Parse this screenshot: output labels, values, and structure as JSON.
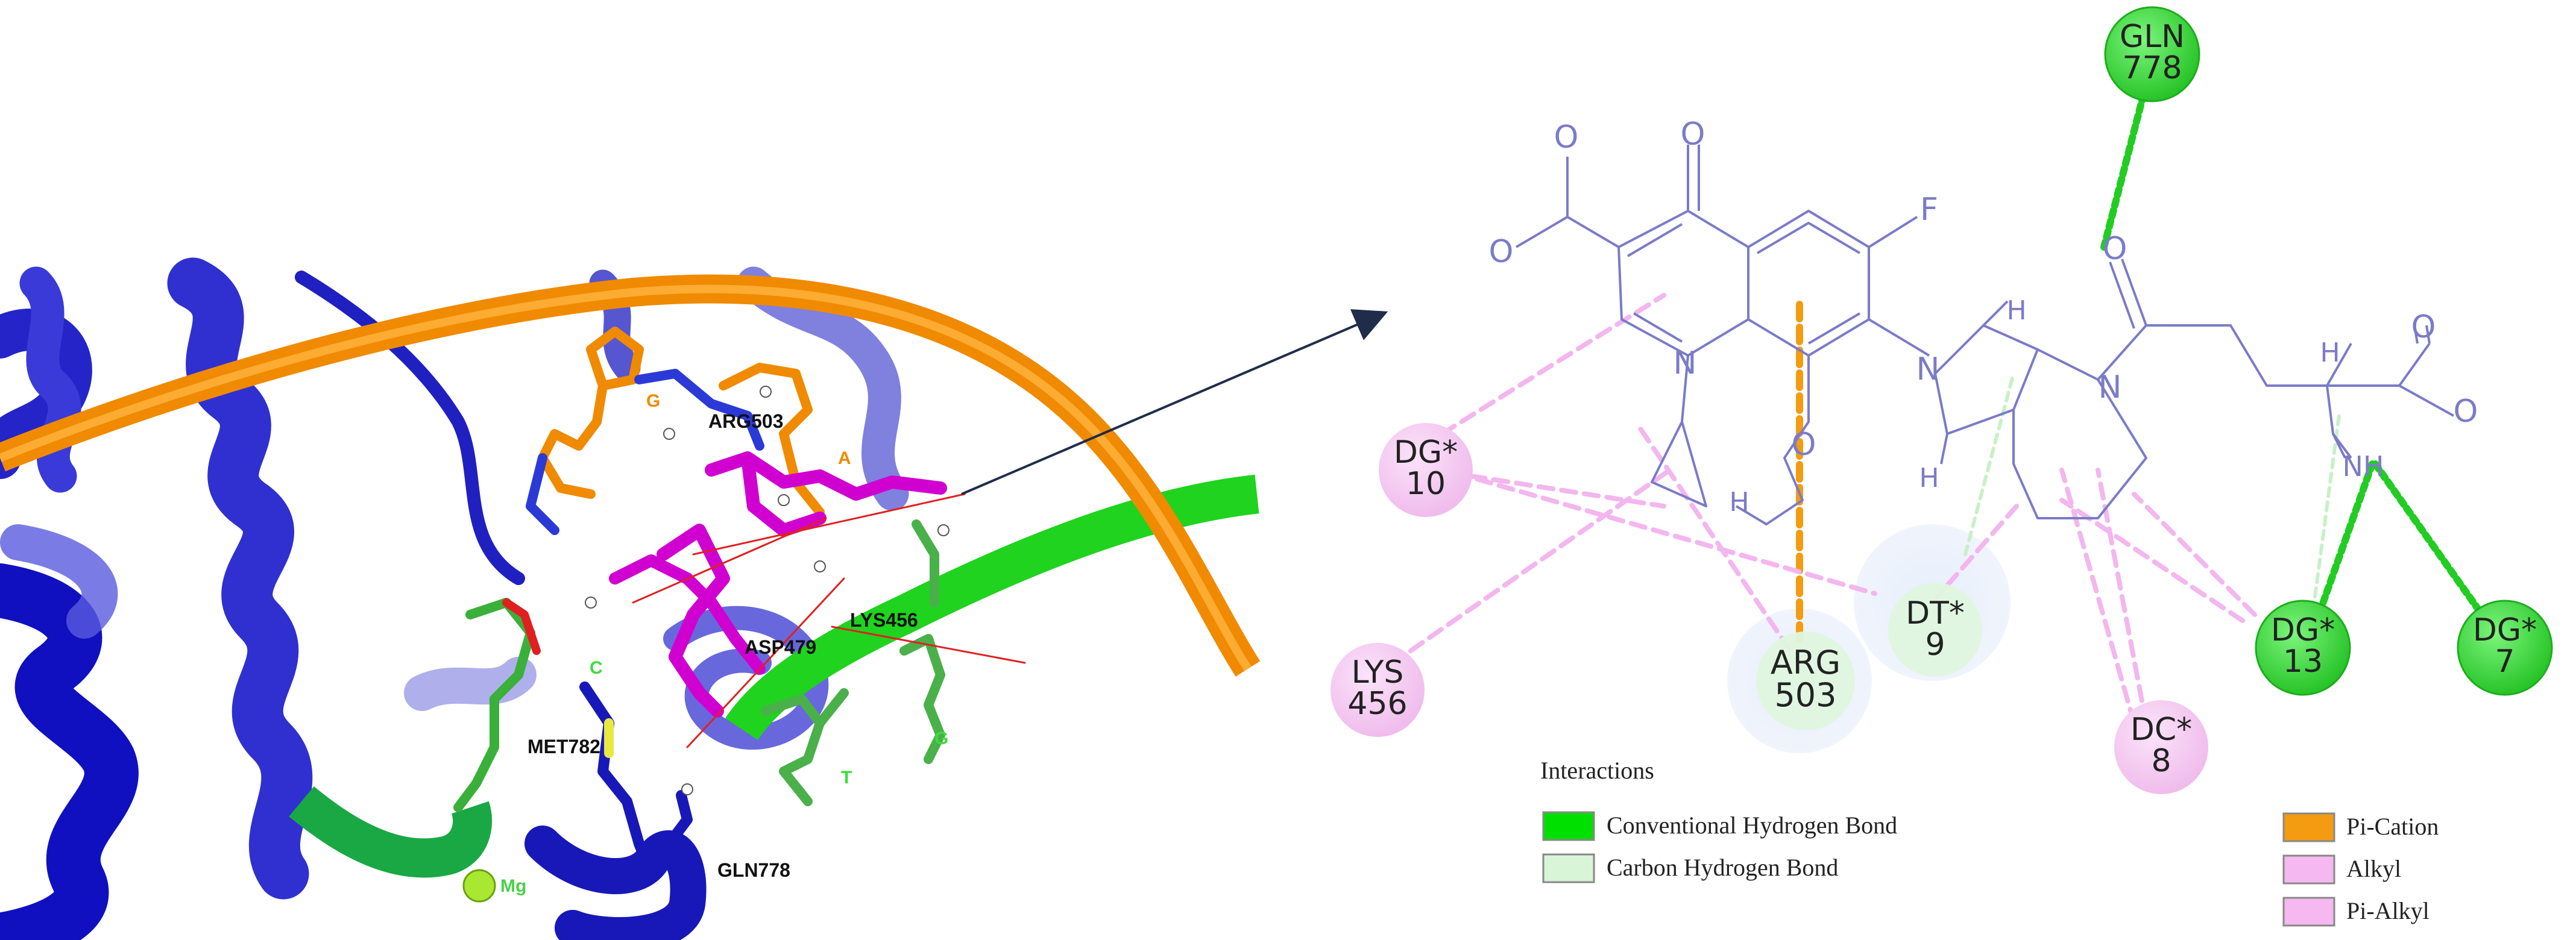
{
  "structure_labels": {
    "arg503": "ARG503",
    "asp479": "ASP479",
    "lys456": "LYS456",
    "met782": "MET782",
    "gln778": "GLN778",
    "mg": "Mg",
    "base_g_top": "G",
    "base_a": "A",
    "base_c": "C",
    "base_t": "T",
    "base_g_right": "G"
  },
  "atoms": {
    "o_acid_top": "O",
    "o_acid_left": "O",
    "o_keto": "O",
    "fluorine": "F",
    "n_quin": "N",
    "n_pyrr": "N",
    "h_top": "H",
    "h_bottom": "H",
    "n_pip": "N",
    "o_amide": "O",
    "h_chain": "H",
    "o_acid2_top": "O",
    "o_acid2_right": "O",
    "nh": "NH",
    "o_ether": "O",
    "h_ether": "H"
  },
  "residues": [
    {
      "id": "gln778",
      "line1": "GLN",
      "line2": "778"
    },
    {
      "id": "dg10",
      "line1": "DG*",
      "line2": "10"
    },
    {
      "id": "lys456",
      "line1": "LYS",
      "line2": "456"
    },
    {
      "id": "arg503",
      "line1": "ARG",
      "line2": "503"
    },
    {
      "id": "dt9",
      "line1": "DT*",
      "line2": "9"
    },
    {
      "id": "dc8",
      "line1": "DC*",
      "line2": "8"
    },
    {
      "id": "dg13",
      "line1": "DG*",
      "line2": "13"
    },
    {
      "id": "dg7",
      "line1": "DG*",
      "line2": "7"
    }
  ],
  "legend": {
    "title": "Interactions",
    "items": [
      {
        "label": "Conventional Hydrogen Bond",
        "color": "#00e000"
      },
      {
        "label": "Carbon Hydrogen Bond",
        "color": "#d8f5d8"
      },
      {
        "label": "Pi-Cation",
        "color": "#f39c12"
      },
      {
        "label": "Alkyl",
        "color": "#f5b8f0"
      },
      {
        "label": "Pi-Alkyl",
        "color": "#f5b8f0"
      }
    ]
  },
  "colors": {
    "ligand_line": "#7b7bc8",
    "hbond": "#22cc22",
    "alkyl": "#f3b6ee",
    "pi_cation": "#f39c12",
    "green_residue": "#3ddc3d",
    "pink_residue": "#f6c9f3"
  }
}
